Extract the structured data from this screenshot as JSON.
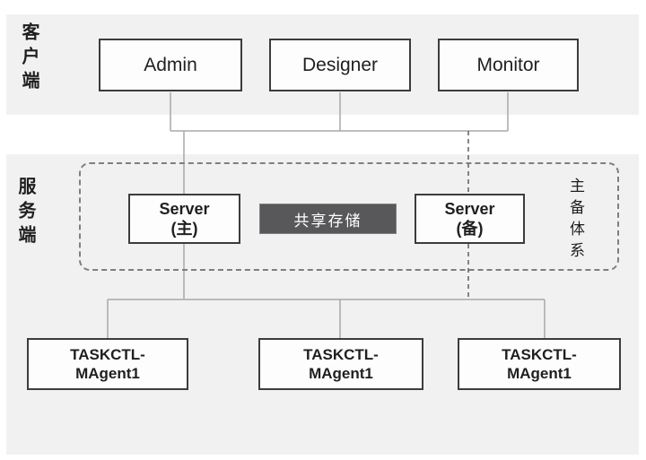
{
  "diagram": {
    "title_hint": "TASKCTL client-server HA architecture diagram",
    "bands": {
      "client": {
        "label": "客户端"
      },
      "server": {
        "label": "服务端"
      }
    },
    "client_nodes": [
      {
        "label": "Admin"
      },
      {
        "label": "Designer"
      },
      {
        "label": "Monitor"
      }
    ],
    "ha_group": {
      "label": "主备体系",
      "server_main": {
        "line1": "Server",
        "line2": "(主)"
      },
      "server_backup": {
        "line1": "Server",
        "line2": "(备)"
      },
      "storage": {
        "label": "共享存储"
      }
    },
    "agents": [
      {
        "line1": "TASKCTL-",
        "line2": "MAgent1"
      },
      {
        "line1": "TASKCTL-",
        "line2": "MAgent1"
      },
      {
        "line1": "TASKCTL-",
        "line2": "MAgent1"
      }
    ],
    "colors": {
      "band_bg": "#f1f1f1",
      "box_border": "#3c3c3c",
      "box_fill": "#fdfdfd",
      "connector_solid": "#a8a8a8",
      "connector_dashed": "#5f5f5f",
      "group_dashed_border": "#7f7f7f",
      "storage_bg": "#58585a",
      "storage_text": "#ffffff",
      "text": "#1f1f1f"
    }
  }
}
